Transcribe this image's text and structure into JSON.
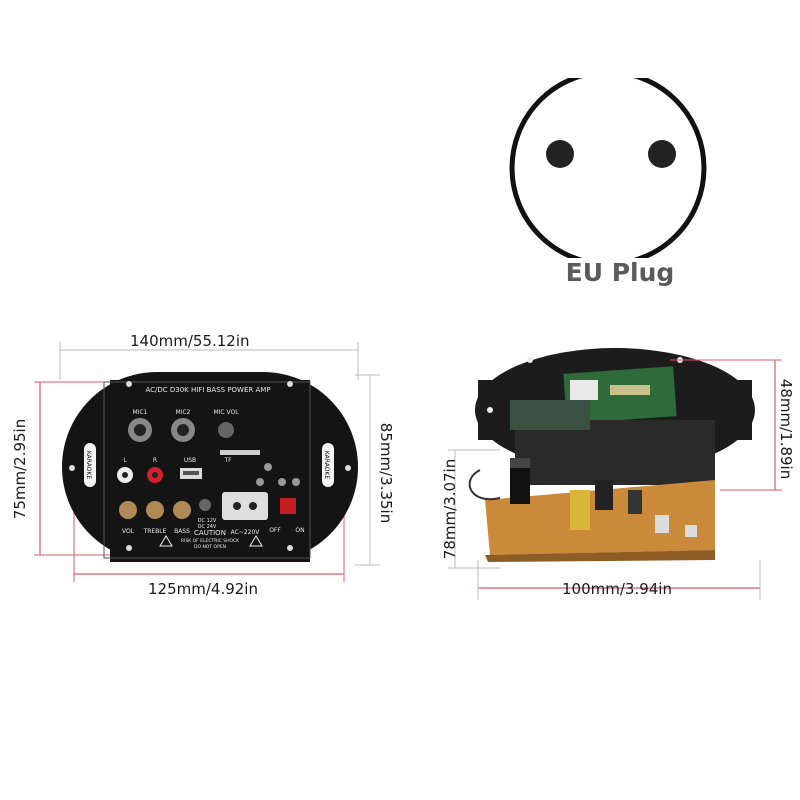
{
  "plug": {
    "caption": "EU Plug",
    "icon": "eu-plug-icon"
  },
  "front_panel": {
    "title": "AC/DC D30K HIFI BASS POWER AMP",
    "mic1": "MIC1",
    "mic2": "MIC2",
    "mic_vol": "MIC VOL",
    "left": "L",
    "right": "R",
    "usb": "USB",
    "tf": "TF",
    "vol": "VOL",
    "treble": "TREBLE",
    "bass": "BASS",
    "dc": "DC 12V",
    "dc2": "DC 24V",
    "ac": "AC~220V",
    "off": "OFF",
    "on": "ON",
    "karaoke": "KARAOKE",
    "caution": "CAUTION",
    "caution_sub1": "RISK OF ELECTRIC SHOCK",
    "caution_sub2": "DO NOT OPEN",
    "dim_width": "140mm/55.12in",
    "dim_inner_width": "125mm/4.92in",
    "dim_height": "85mm/3.35in",
    "dim_inner_height": "75mm/2.95in"
  },
  "side_view": {
    "dim_depth": "100mm/3.94in",
    "dim_board_height": "78mm/3.07in",
    "dim_top_height": "48mm/1.89in"
  },
  "colors": {
    "dimension_line": "#e05a6a",
    "panel": "#141414",
    "pcb": "#c98a3a",
    "pcb_green": "#2f6b3a"
  }
}
